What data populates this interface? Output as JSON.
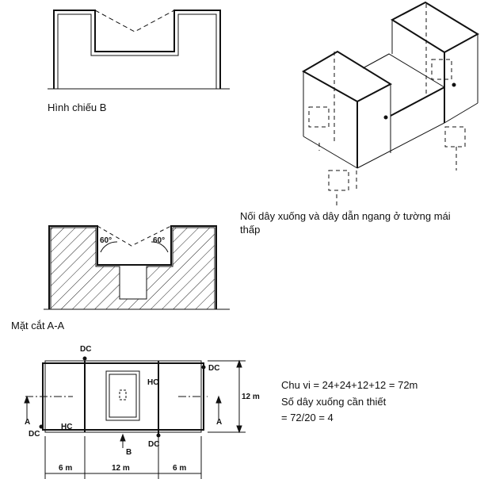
{
  "elevation_b": {
    "caption": "Hình chiếu B"
  },
  "isometric": {
    "caption_line1": "Nối dây xuống và dây dẫn ngang ở tường mái",
    "caption_line2": "thấp"
  },
  "section_aa": {
    "caption": "Mặt cắt A-A",
    "angle_left": "60°",
    "angle_right": "60°"
  },
  "plan": {
    "dc": "DC",
    "hc": "HC",
    "a": "A",
    "b": "B",
    "dim_left": "6 m",
    "dim_mid": "12 m",
    "dim_right": "6 m",
    "dim_height": "12 m"
  },
  "notes": {
    "perimeter": "Chu vi = 24+24+12+12 = 72m",
    "downconductors_label": "Số dây xuống cần thiết",
    "downconductors_calc": "= 72/20 = 4"
  }
}
